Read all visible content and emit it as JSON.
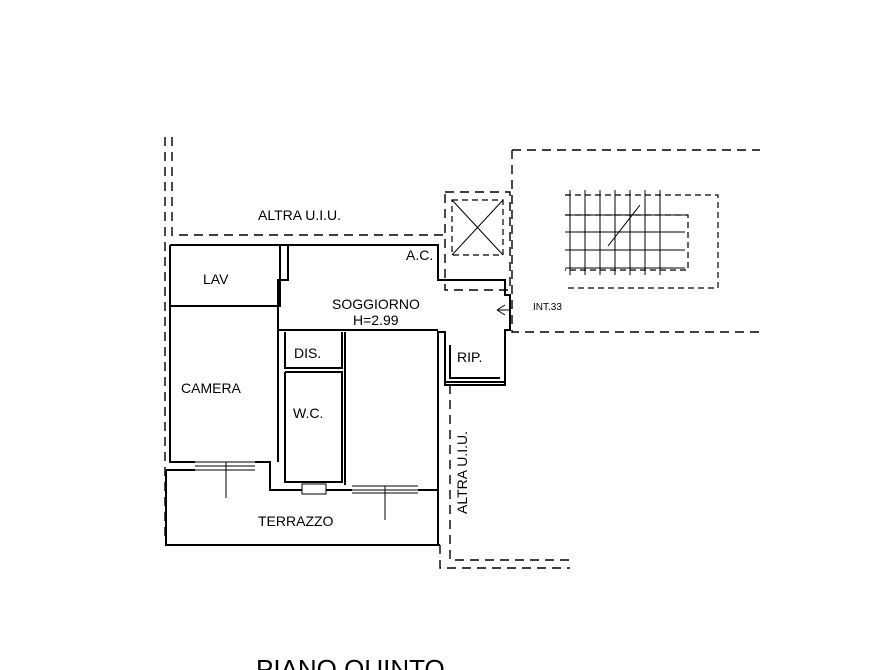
{
  "labels": {
    "altra_top": "ALTRA U.I.U.",
    "altra_right": "ALTRA U.I.U.",
    "ac": "A.C.",
    "lav": "LAV",
    "soggiorno": "SOGGIORNO",
    "height": "H=2.99",
    "int": "INT.33",
    "dis": "DIS.",
    "rip": "RIP.",
    "camera": "CAMERA",
    "wc": "W.C.",
    "terrazzo": "TERRAZZO",
    "floor_title": "PIANO QUINTO"
  }
}
